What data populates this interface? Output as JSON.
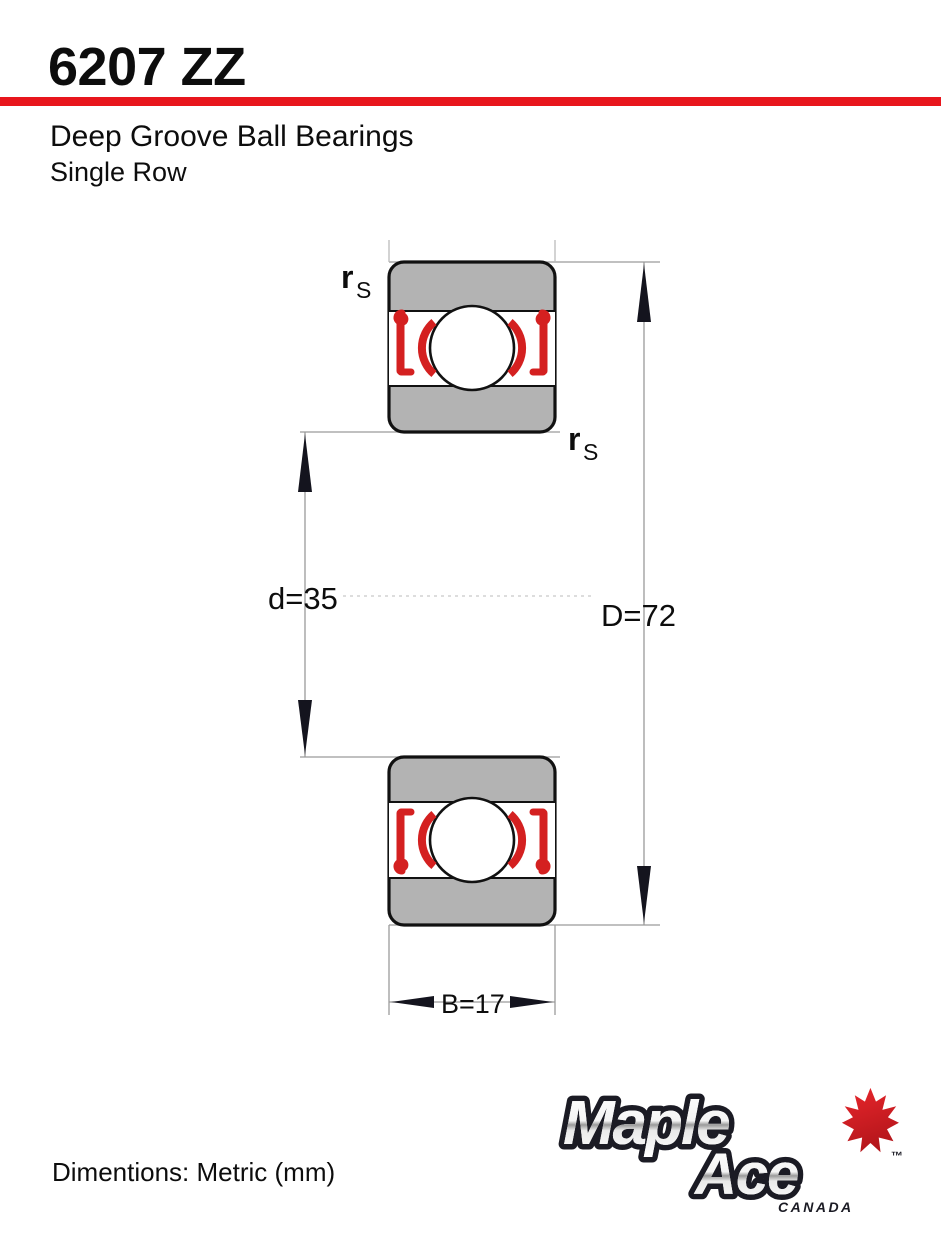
{
  "header": {
    "part_number": "6207 ZZ",
    "title": "Deep Groove Ball Bearings",
    "subtitle": "Single Row",
    "rule_color": "#e8161d"
  },
  "footer": {
    "note": "Dimentions: Metric (mm)"
  },
  "logo": {
    "word_1": "Maple",
    "word_2": "Ace",
    "country": "CANADA",
    "trademark": "™",
    "leaf_color": "#d81e24",
    "icon": "maple-leaf-icon"
  },
  "drawing": {
    "type": "bearing-cross-section",
    "description": "Deep groove ball bearing, single row, with ZZ metal shields. Two mirrored cross-section blocks with dimension callouts.",
    "colors": {
      "body_fill": "#b3b3b3",
      "raceway_fill": "#ffffff",
      "ball_fill": "#ffffff",
      "outline": "#111111",
      "shield_red": "#d42020",
      "dimension_line": "#8a8a8a",
      "arrow_fill": "#14141e"
    },
    "labels": {
      "chamfer_top": {
        "base": "r",
        "sub": "S"
      },
      "chamfer_right": {
        "base": "r",
        "sub": "S"
      },
      "bore": "d=35",
      "outer_diameter": "D=72",
      "width": "B=17"
    }
  },
  "specifications": {
    "designation": "6207 ZZ",
    "bore_diameter_d_mm": 35,
    "outer_diameter_D_mm": 72,
    "width_B_mm": 17,
    "chamfer_rs": "r_S",
    "units": "Metric (mm)",
    "rows": "Single Row",
    "seal_type": "ZZ"
  }
}
